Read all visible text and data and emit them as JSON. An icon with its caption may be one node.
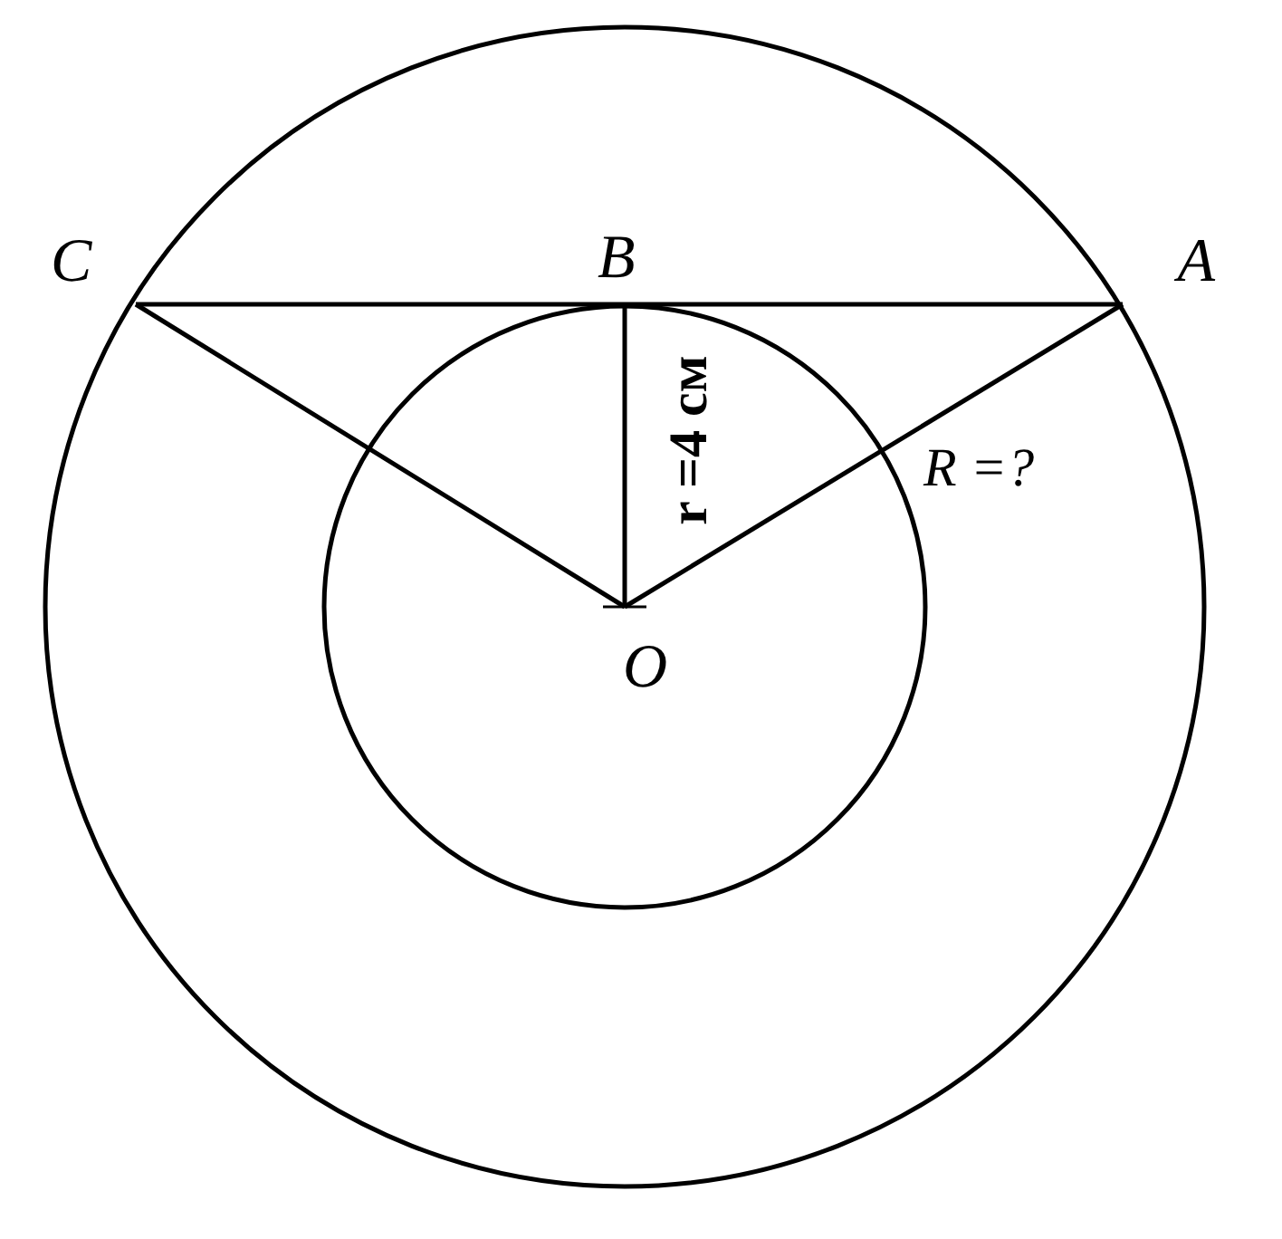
{
  "diagram": {
    "nodes": [
      {
        "text": [
          "C"
        ]
      },
      {
        "text": [
          "B"
        ]
      },
      {
        "text": [
          "A"
        ]
      },
      {
        "text": [
          "O"
        ]
      }
    ],
    "edges": [
      {
        "from": 0,
        "to": 1,
        "arrow": "none"
      },
      {
        "from": 1,
        "to": 2,
        "arrow": "none"
      },
      {
        "from": 3,
        "to": 0,
        "arrow": "none"
      },
      {
        "from": 3,
        "to": 1,
        "arrow": "none",
        "label": "r =4 см"
      },
      {
        "from": 3,
        "to": 2,
        "arrow": "none",
        "label": "R =?"
      }
    ]
  }
}
